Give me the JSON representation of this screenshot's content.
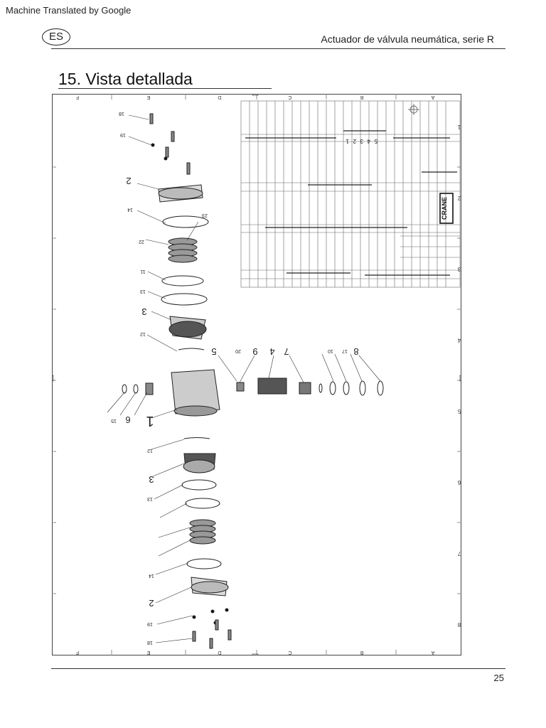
{
  "banner": {
    "text": "Machine Translated by Google"
  },
  "header": {
    "lang_code": "ES",
    "doc_title": "Actuador de válvula neumática, serie R"
  },
  "section": {
    "title": "15. Vista detallada"
  },
  "drawing": {
    "zone_letters": [
      "F",
      "E",
      "D",
      "C",
      "B",
      "A"
    ],
    "zone_numbers": [
      "1",
      "2",
      "3",
      "4",
      "5",
      "6",
      "7",
      "8"
    ],
    "brand_stamp": "CRANE",
    "callouts_upper": [
      "18",
      "19",
      "2",
      "14",
      "23",
      "22",
      "11",
      "13",
      "3",
      "12"
    ],
    "callouts_center": [
      "1",
      "6",
      "15"
    ],
    "callouts_lower": [
      "12",
      "3",
      "13",
      "14",
      "2",
      "19",
      "18"
    ],
    "callouts_side": [
      "5",
      "20",
      "9",
      "4",
      "7",
      "10",
      "17",
      "8"
    ],
    "title_block_numbers": [
      "1",
      "2",
      "3",
      "4",
      "5"
    ]
  },
  "footer": {
    "page_number": "25"
  }
}
